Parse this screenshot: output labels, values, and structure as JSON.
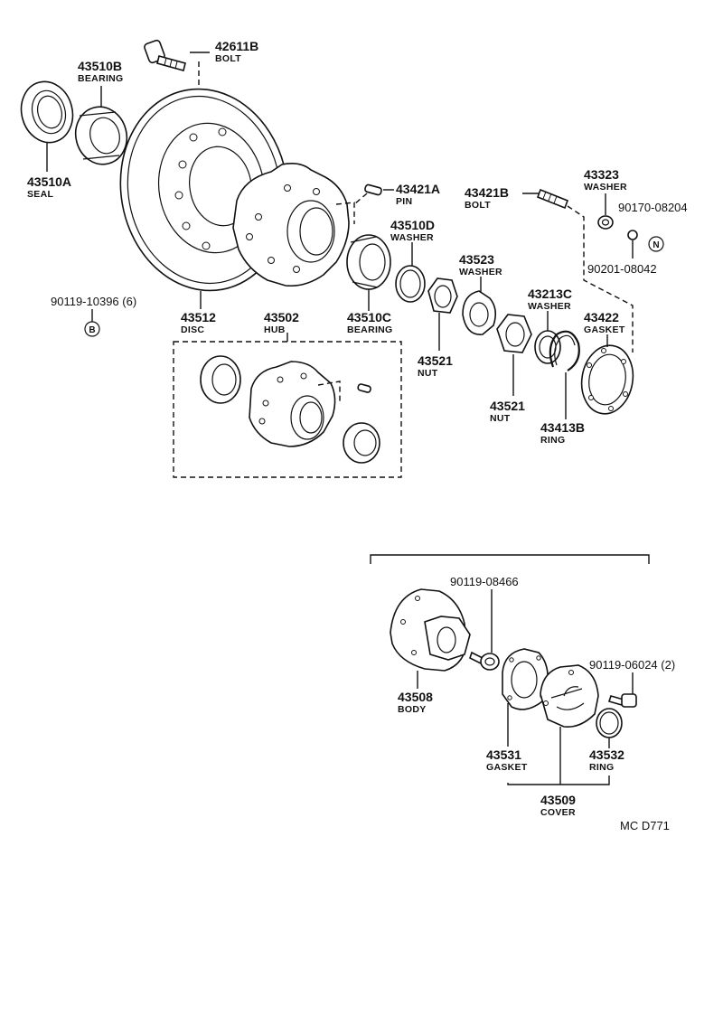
{
  "diagram": {
    "code": "MC  D771",
    "parts": [
      {
        "id": "bolt_42611b",
        "number": "42611B",
        "name": "BOLT"
      },
      {
        "id": "bearing_43510b",
        "number": "43510B",
        "name": "BEARING"
      },
      {
        "id": "seal_43510a",
        "number": "43510A",
        "name": "SEAL"
      },
      {
        "id": "pin_43421a",
        "number": "43421A",
        "name": "PIN"
      },
      {
        "id": "bolt_43421b",
        "number": "43421B",
        "name": "BOLT"
      },
      {
        "id": "washer_43323",
        "number": "43323",
        "name": "WASHER"
      },
      {
        "id": "part_90170",
        "number": "90170-08204",
        "name": ""
      },
      {
        "id": "washer_43510d",
        "number": "43510D",
        "name": "WASHER"
      },
      {
        "id": "washer_43523",
        "number": "43523",
        "name": "WASHER"
      },
      {
        "id": "part_90201",
        "number": "90201-08042",
        "name": ""
      },
      {
        "id": "part_90119_10396",
        "number": "90119-10396 (6)",
        "name": ""
      },
      {
        "id": "washer_43213c",
        "number": "43213C",
        "name": "WASHER"
      },
      {
        "id": "disc_43512",
        "number": "43512",
        "name": "DISC"
      },
      {
        "id": "hub_43502",
        "number": "43502",
        "name": "HUB"
      },
      {
        "id": "bearing_43510c",
        "number": "43510C",
        "name": "BEARING"
      },
      {
        "id": "gasket_43422",
        "number": "43422",
        "name": "GASKET"
      },
      {
        "id": "nut_43521_a",
        "number": "43521",
        "name": "NUT"
      },
      {
        "id": "nut_43521_b",
        "number": "43521",
        "name": "NUT"
      },
      {
        "id": "ring_43413b",
        "number": "43413B",
        "name": "RING"
      },
      {
        "id": "part_90119_08466",
        "number": "90119-08466",
        "name": ""
      },
      {
        "id": "part_90119_06024",
        "number": "90119-06024 (2)",
        "name": ""
      },
      {
        "id": "body_43508",
        "number": "43508",
        "name": "BODY"
      },
      {
        "id": "gasket_43531",
        "number": "43531",
        "name": "GASKET"
      },
      {
        "id": "ring_43532",
        "number": "43532",
        "name": "RING"
      },
      {
        "id": "cover_43509",
        "number": "43509",
        "name": "COVER"
      }
    ],
    "symbols": {
      "b": "B",
      "n": "N"
    }
  }
}
